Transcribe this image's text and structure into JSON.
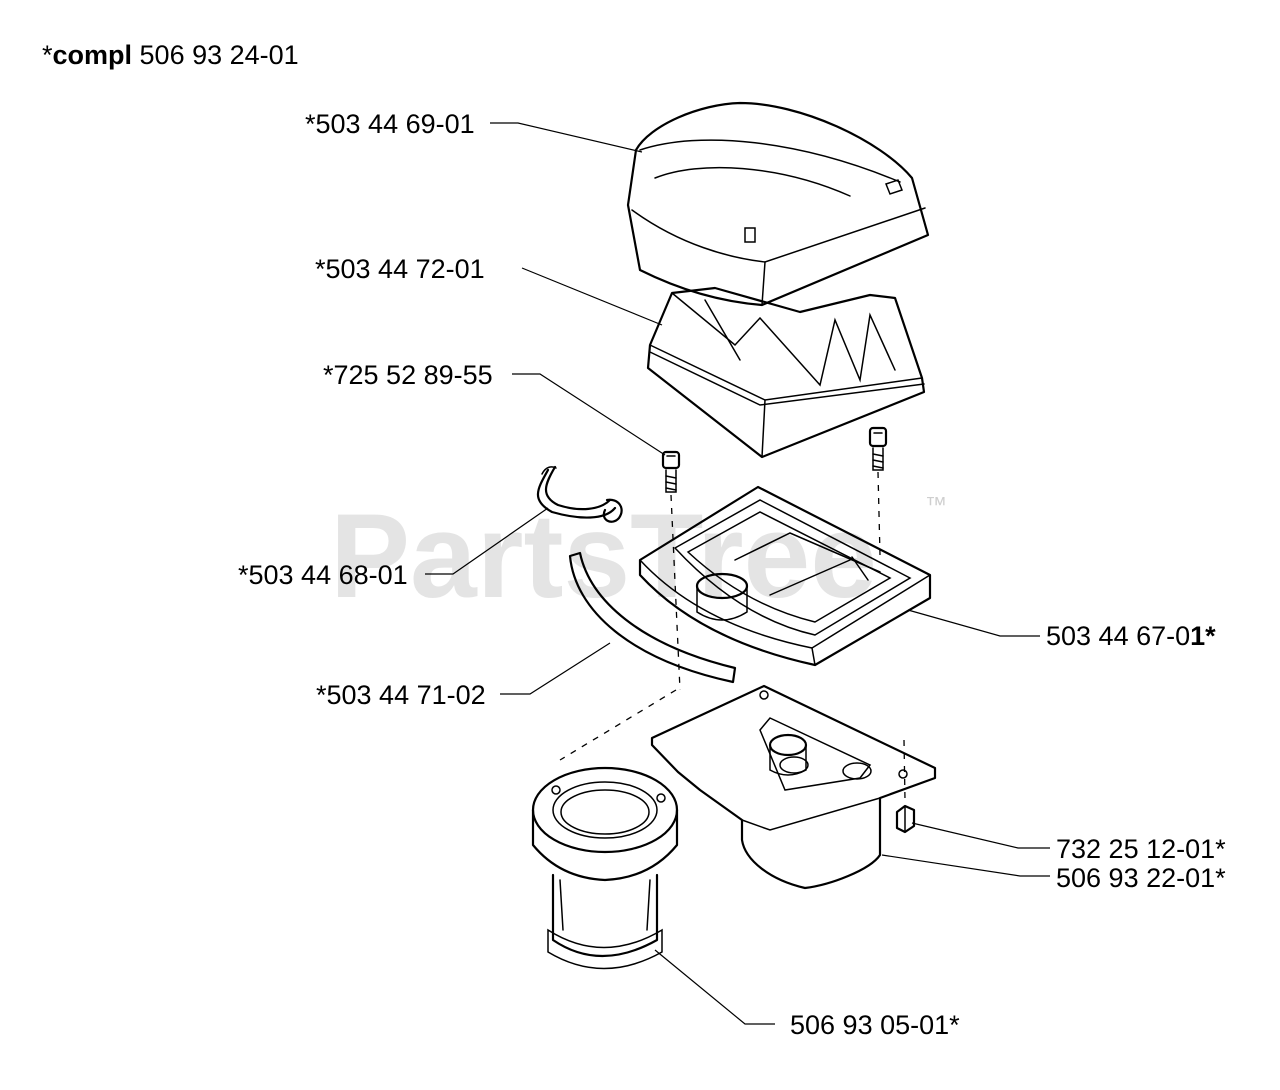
{
  "title": {
    "prefix": "*",
    "bold": "compl",
    "number": " 506 93 24-01"
  },
  "watermark": {
    "text": "PartsTree",
    "tm": "™"
  },
  "labels": {
    "cover": "*503 44 69-01",
    "filter": "*503 44 72-01",
    "screw": "*725 52 89-55",
    "clip": "*503 44 68-01",
    "holder": "503 44 67-0",
    "holder_bold": "1*",
    "gasket": "*503 44 71-02",
    "nut": "732 25 12-01*",
    "bracket": "506 93 22-01*",
    "intake": "506 93 05-01*"
  }
}
